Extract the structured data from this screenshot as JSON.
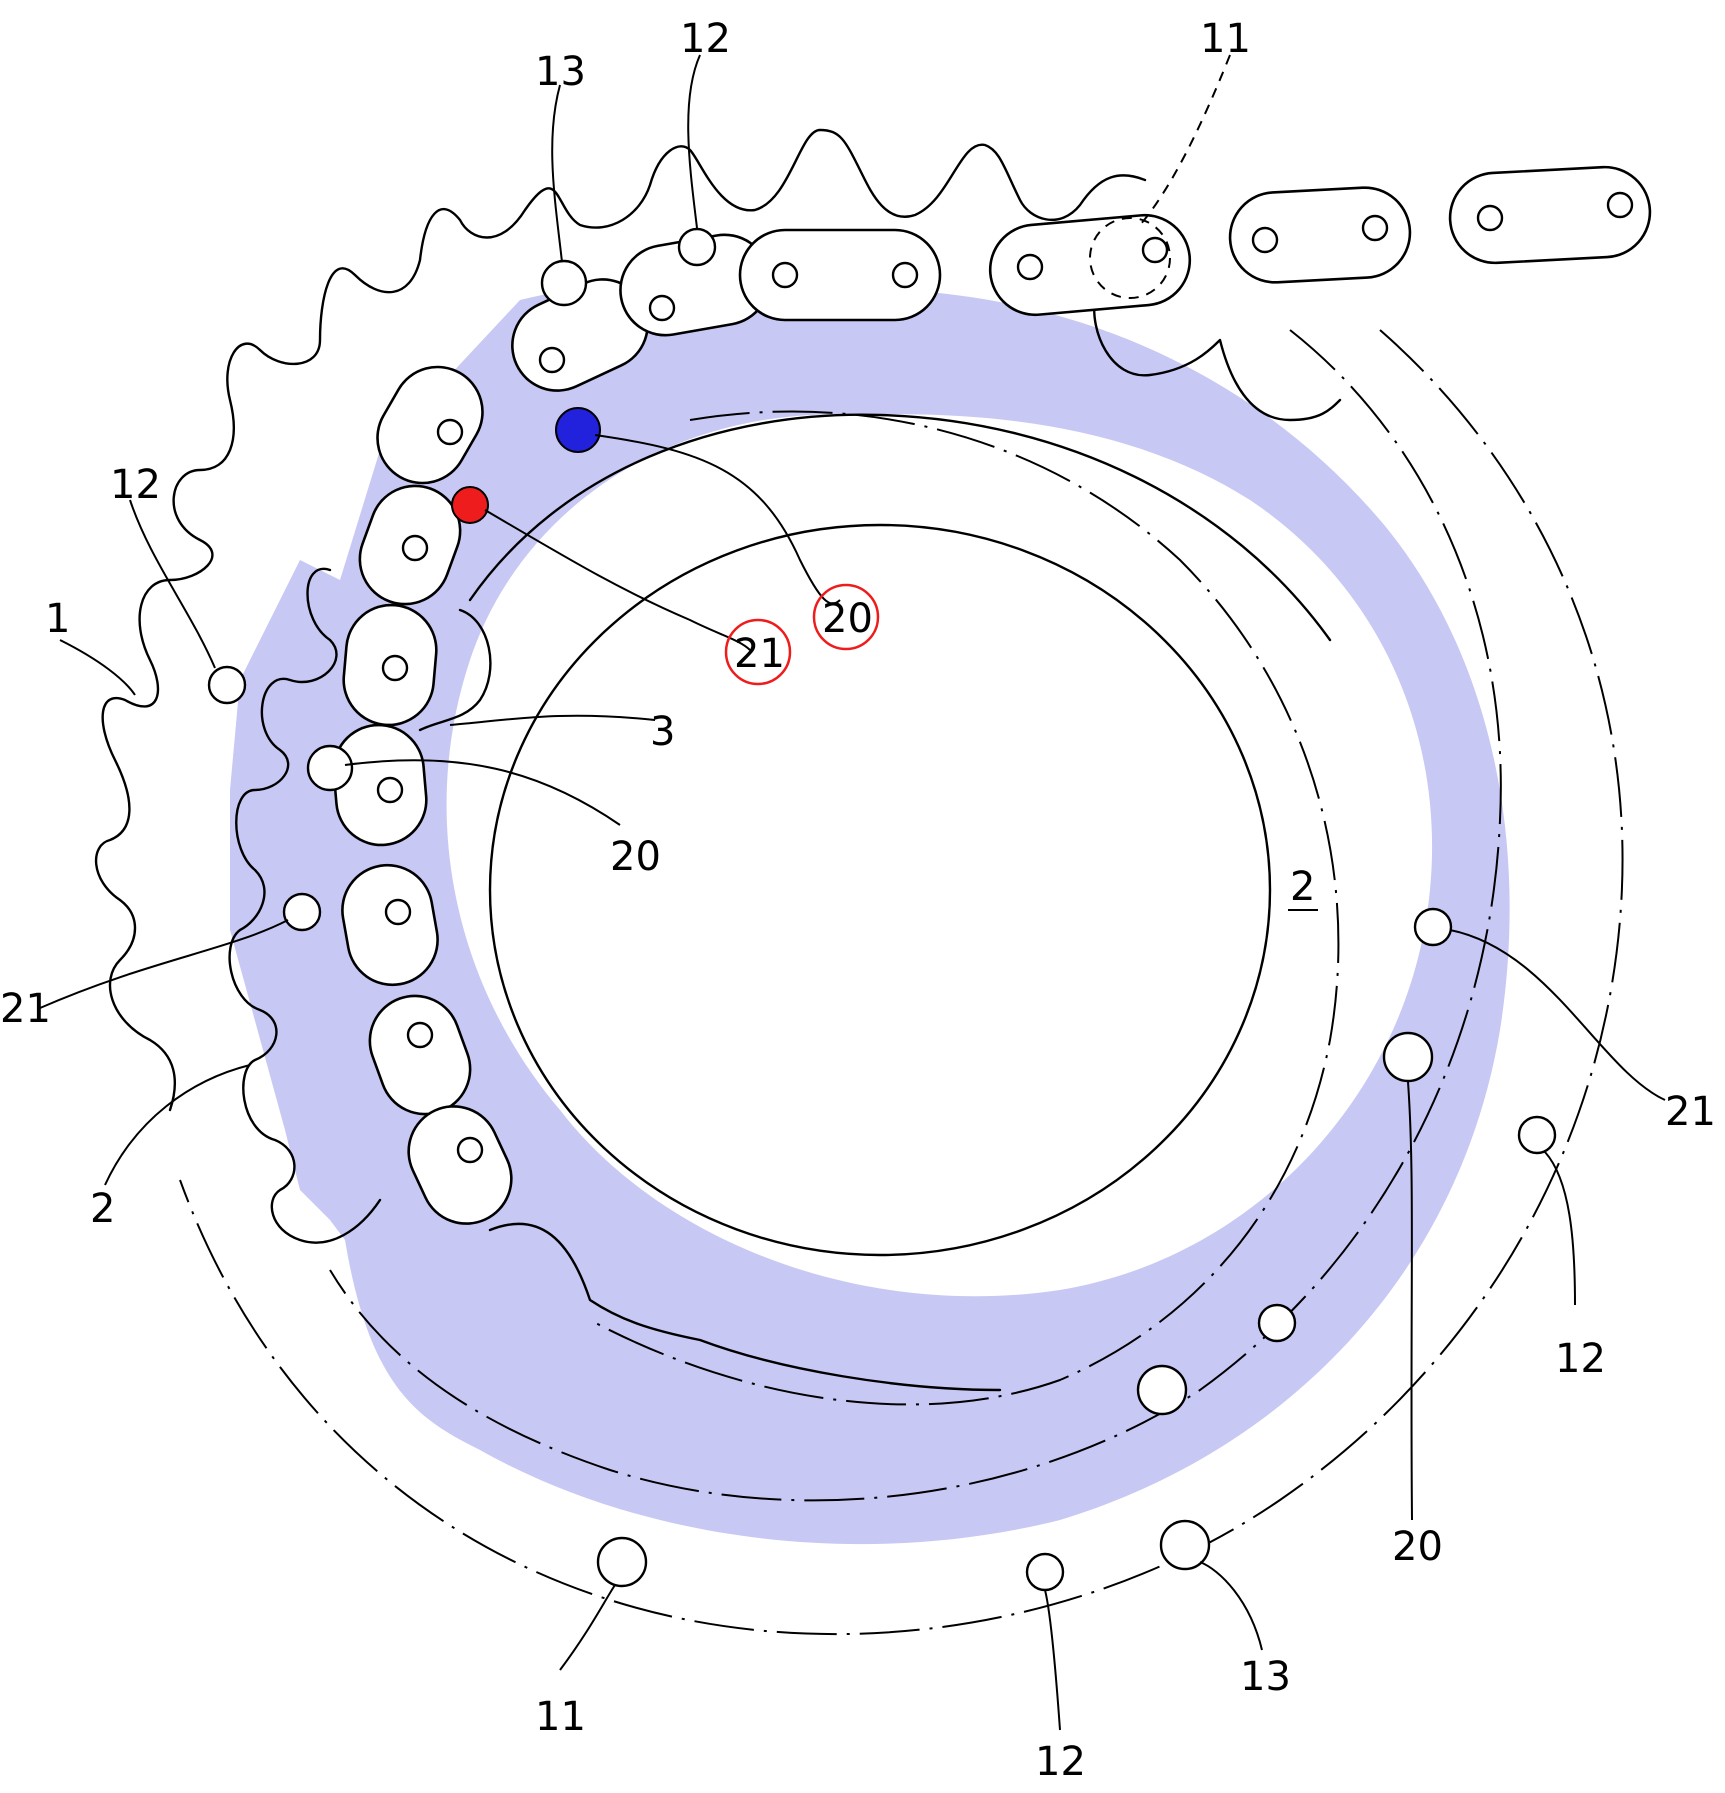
{
  "palette": {
    "shade": "#c8c8f5",
    "highlight_blue": "#2222dd",
    "highlight_red": "#ee1c1c",
    "annotation_ring": "#ee1c1c",
    "ink": "#000000"
  },
  "labels": {
    "l1": "1",
    "l2": "2",
    "l2_underlined": "2",
    "l3": "3",
    "l11_top": "11",
    "l11_bottom": "11",
    "l12_top": "12",
    "l12_left": "12",
    "l12_right": "12",
    "l12_bottom": "12",
    "l13_top": "13",
    "l13_bottom": "13",
    "l20_mid": "20",
    "l20_right": "20",
    "l20_circled": "20",
    "l21_left": "21",
    "l21_right": "21",
    "l21_circled": "21"
  }
}
